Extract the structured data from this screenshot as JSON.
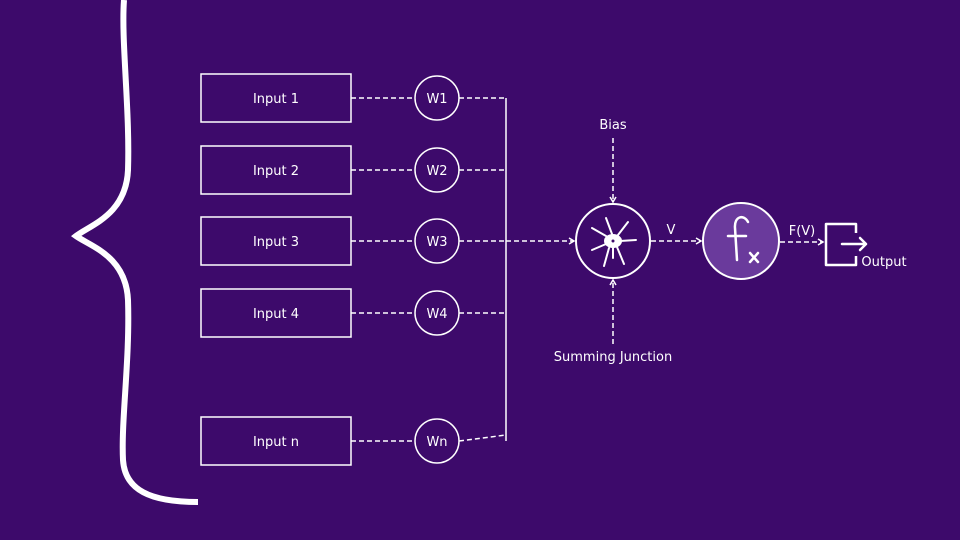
{
  "inputs": [
    {
      "label": "Input 1",
      "weight": "W1"
    },
    {
      "label": "Input 2",
      "weight": "W2"
    },
    {
      "label": "Input 3",
      "weight": "W3"
    },
    {
      "label": "Input 4",
      "weight": "W4"
    },
    {
      "label": "Input n",
      "weight": "Wn"
    }
  ],
  "bias_label": "Bias",
  "summing_label": "Summing Junction",
  "v_label": "V",
  "fv_label": "F(V)",
  "output_label": "Output",
  "colors": {
    "background": "#3d0a6b",
    "function_fill": "#6a3a9c",
    "line": "#ffffff"
  }
}
